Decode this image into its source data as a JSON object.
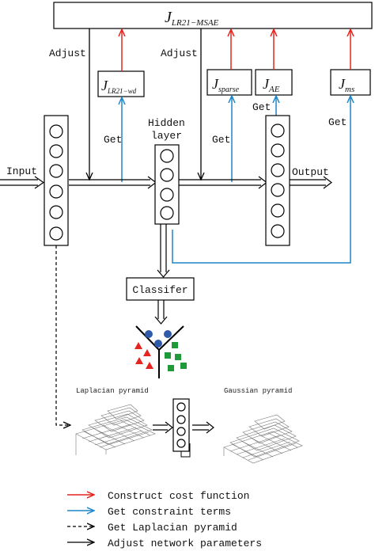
{
  "top_box": {
    "main": "J",
    "sub": "LR21−MSAE"
  },
  "cost_boxes": {
    "wd": {
      "main": "J",
      "sub": "LR21−wd"
    },
    "sparse": {
      "main": "J",
      "sub": "sparse"
    },
    "ae": {
      "main": "J",
      "sub": "AE"
    },
    "ms": {
      "main": "J",
      "sub": "ms"
    }
  },
  "labels": {
    "adjust_left": "Adjust",
    "adjust_mid": "Adjust",
    "get_1": "Get",
    "get_2": "Get",
    "get_3": "Get",
    "get_4": "Get",
    "hidden_layer_1": "Hidden",
    "hidden_layer_2": "layer",
    "input": "Input",
    "output": "Output",
    "classifier": "Classifer",
    "laplacian_pyramid": "Laplacian pyramid",
    "gaussian_pyramid": "Gaussian pyramid"
  },
  "legend": [
    {
      "text": "Construct cost function",
      "color": "#e52420",
      "style": "solid"
    },
    {
      "text": "Get constraint terms",
      "color": "#1f86c8",
      "style": "solid"
    },
    {
      "text": "Get Laplacian pyramid",
      "color": "#000000",
      "style": "dashed"
    },
    {
      "text": "Adjust network parameters",
      "color": "#000000",
      "style": "solid"
    }
  ],
  "colors": {
    "red": "#e52420",
    "blue": "#1f86c8",
    "green": "#1e9a3b",
    "navy": "#2f5aa8"
  }
}
